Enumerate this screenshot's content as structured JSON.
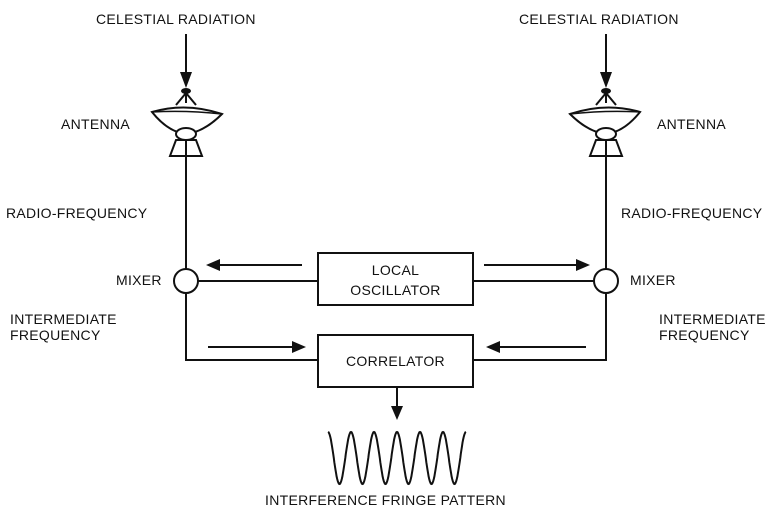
{
  "labels": {
    "left_radiation": "CELESTIAL RADIATION",
    "right_radiation": "CELESTIAL RADIATION",
    "left_antenna": "ANTENNA",
    "right_antenna": "ANTENNA",
    "left_rf": "RADIO-FREQUENCY",
    "right_rf": "RADIO-FREQUENCY",
    "left_mixer": "MIXER",
    "right_mixer": "MIXER",
    "left_if_line1": "INTERMEDIATE",
    "left_if_line2": "FREQUENCY",
    "right_if_line1": "INTERMEDIATE",
    "right_if_line2": "FREQUENCY",
    "local_oscillator_line1": "LOCAL",
    "local_oscillator_line2": "OSCILLATOR",
    "correlator": "CORRELATOR",
    "fringe_pattern": "INTERFERENCE FRINGE PATTERN"
  },
  "colors": {
    "ink": "#111111",
    "background": "#ffffff"
  }
}
